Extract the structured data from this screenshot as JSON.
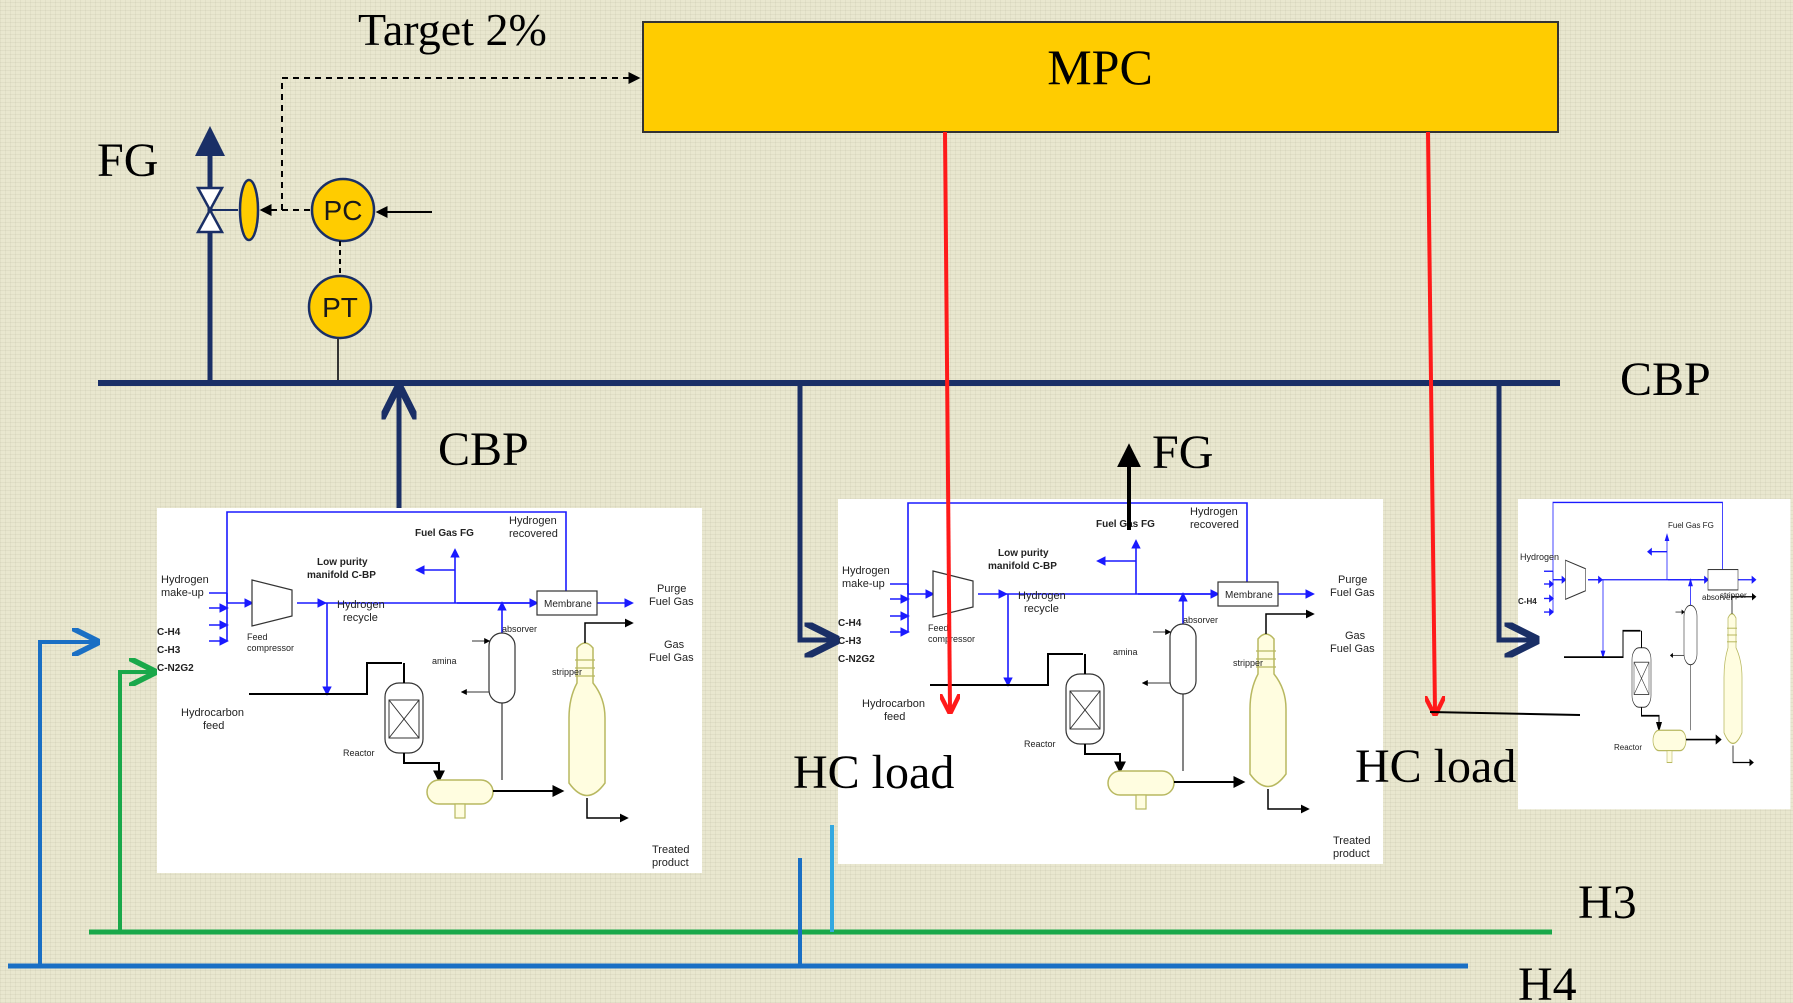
{
  "labels": {
    "target": "Target 2%",
    "mpc": "MPC",
    "fg_top": "FG",
    "pc": "PC",
    "pt": "PT",
    "cbp_right": "CBP",
    "cbp_left": "CBP",
    "fg_mid": "FG",
    "hc_load_1": "HC load",
    "hc_load_2": "HC load",
    "h3": "H3",
    "h4": "H4"
  },
  "unit1": {
    "hydrogen_makeup": [
      "Hydrogen",
      "make-up"
    ],
    "ch4": "C-H4",
    "ch3": "C-H3",
    "cn2g2": "C-N2G2",
    "feed_compressor": [
      "Feed",
      "compressor"
    ],
    "low_purity": [
      "Low purity",
      "manifold C-BP"
    ],
    "fuel_gas_fg": "Fuel Gas FG",
    "hydrogen_recovered": [
      "Hydrogen",
      "recovered"
    ],
    "membrane": "Membrane",
    "purge_fuel_gas": [
      "Purge",
      "Fuel Gas"
    ],
    "hydrogen_recycle": [
      "Hydrogen",
      "recycle"
    ],
    "absorver": "absorver",
    "amina": "amina",
    "gas_fuel_gas": [
      "Gas",
      "Fuel Gas"
    ],
    "stripper": "stripper",
    "hydrocarbon_feed": [
      "Hydrocarbon",
      "feed"
    ],
    "reactor": "Reactor",
    "treated_product": [
      "Treated",
      "product"
    ]
  },
  "colors": {
    "mpc_fill": "#ffcc00",
    "header_navy": "#1a2f66",
    "mv_red": "#ff1a1a",
    "h3_green": "#1aa84a",
    "h4_blue": "#1a6fc4",
    "inst_yellow": "#ffcc00",
    "process_blue": "#1a1aff"
  }
}
